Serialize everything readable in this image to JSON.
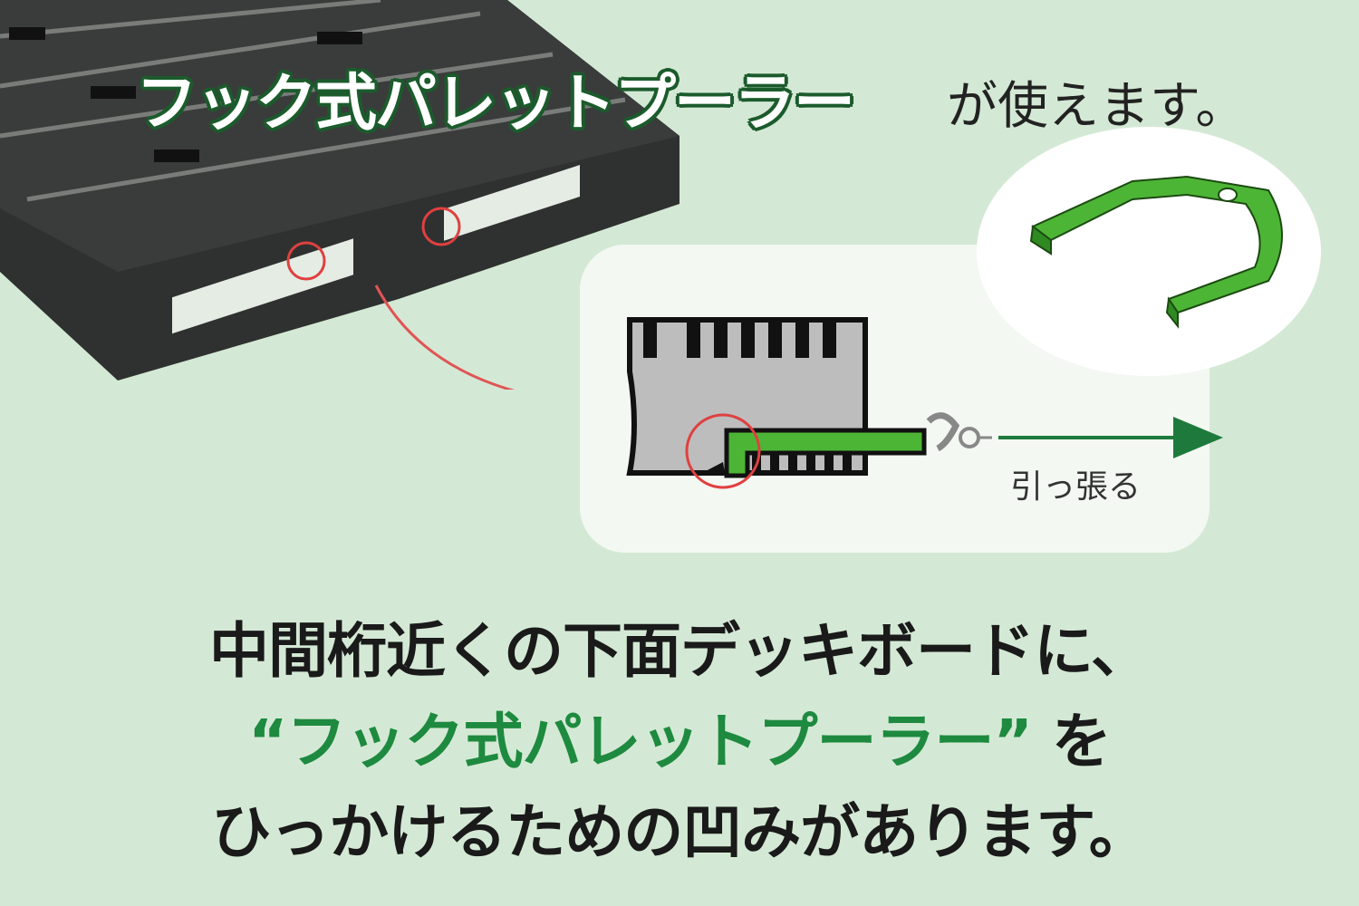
{
  "title": {
    "highlight": "フック式パレットプーラー",
    "suffix": "が使えます。"
  },
  "diagram": {
    "pull_label": "引っ張る"
  },
  "description": {
    "line1": "中間桁近くの下面デッキボードに、",
    "line2_quote": "“フック式パレットプーラー”",
    "line2_suffix": " を",
    "line3": "ひっかけるための凹みがあります。"
  },
  "colors": {
    "background": "#d4e9d5",
    "accent_green": "#1e8a3f",
    "puller_green": "#4db535",
    "title_outline": "#1b5b2c",
    "marker_red": "#e04040"
  }
}
